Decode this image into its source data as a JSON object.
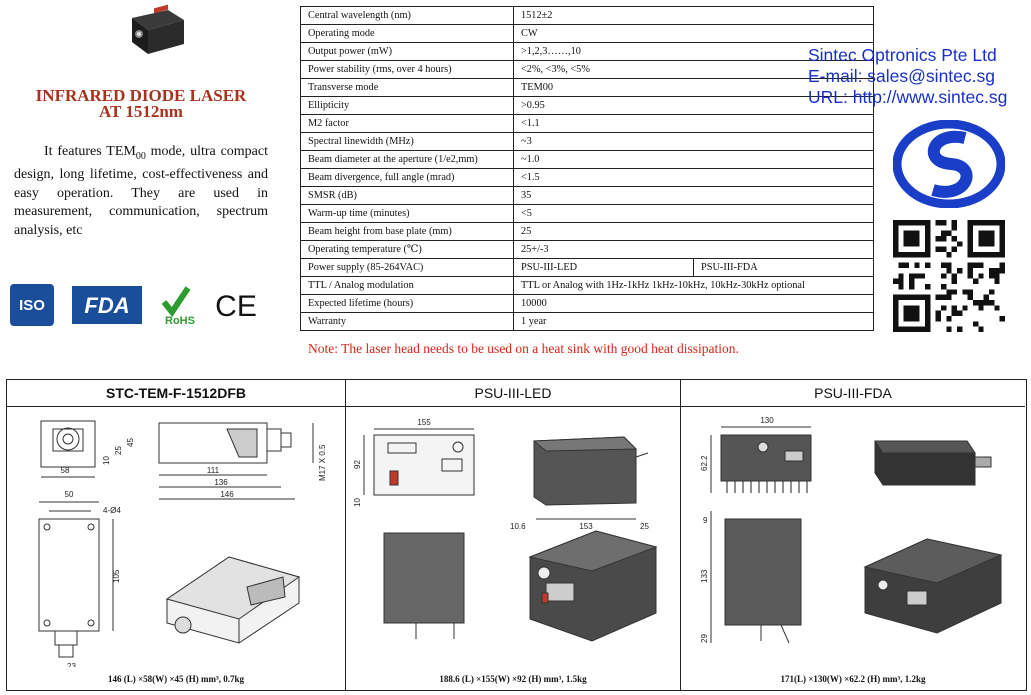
{
  "product": {
    "title_line1": "INFRARED DIODE LASER",
    "title_line2": "AT 1512nm",
    "description_p1": "It features TEM",
    "description_sub": "00",
    "description_p2": " mode, ultra compact design, long lifetime, cost-effectiveness and easy operation. They are used in measurement, communication, spectrum analysis, etc",
    "certifications": [
      "ISO",
      "FDA",
      "RoHS",
      "CE"
    ]
  },
  "specs": [
    {
      "key": "Central wavelength (nm)",
      "value": "1512±2"
    },
    {
      "key": "Operating mode",
      "value": "CW"
    },
    {
      "key": "Output power (mW)",
      "value": ">1,2,3……,10"
    },
    {
      "key": "Power stability (rms, over 4 hours)",
      "value": "<2%, <3%, <5%"
    },
    {
      "key": "Transverse mode",
      "value": "TEM00"
    },
    {
      "key": "Ellipticity",
      "value": ">0.95"
    },
    {
      "key": "M2 factor",
      "value": "<1.1"
    },
    {
      "key": "Spectral linewidth (MHz)",
      "value": "~3"
    },
    {
      "key": "Beam diameter at the aperture (1/e2,mm)",
      "value": "~1.0"
    },
    {
      "key": "Beam divergence, full angle (mrad)",
      "value": "<1.5"
    },
    {
      "key": "SMSR (dB)",
      "value": "35"
    },
    {
      "key": "Warm-up time (minutes)",
      "value": "<5"
    },
    {
      "key": "Beam height from base plate (mm)",
      "value": "25"
    },
    {
      "key": "Operating temperature (℃)",
      "value": "25+/-3"
    },
    {
      "key": "Power supply (85-264VAC)",
      "value": "PSU-III-LED",
      "value2": "PSU-III-FDA"
    },
    {
      "key": "TTL / Analog modulation",
      "value": "TTL or Analog with 1Hz-1kHz 1kHz-10kHz, 10kHz-30kHz optional"
    },
    {
      "key": "Expected lifetime (hours)",
      "value": "10000"
    },
    {
      "key": "Warranty",
      "value": "1 year"
    }
  ],
  "note": "Note: The laser head needs to be used on a heat sink with good heat dissipation.",
  "company": {
    "name": "Sintec Optronics Pte Ltd",
    "email": "E-mail: sales@sintec.sg",
    "url": "URL: http://www.sintec.sg"
  },
  "panels": [
    {
      "title": "STC-TEM-F-1512DFB",
      "caption": "146 (L) ×58(W) ×45 (H) mm³,    0.7kg"
    },
    {
      "title": "PSU-III-LED",
      "caption": "188.6 (L) ×155(W) ×92 (H) mm³,    1.5kg"
    },
    {
      "title": "PSU-III-FDA",
      "caption": "171(L) ×130(W) ×62.2 (H) mm³,    1.2kg"
    }
  ],
  "dimensions": {
    "head": [
      "58",
      "50",
      "10",
      "25",
      "45",
      "111",
      "136",
      "146",
      "M17 X 0.5",
      "4-Ø4",
      "105",
      "23"
    ],
    "led": [
      "155",
      "92",
      "10",
      "10.6",
      "153",
      "25"
    ],
    "fda": [
      "130",
      "62.2",
      "9",
      "133",
      "29"
    ]
  },
  "colors": {
    "title": "#a8321d",
    "note": "#d62418",
    "company": "#1730c8"
  }
}
